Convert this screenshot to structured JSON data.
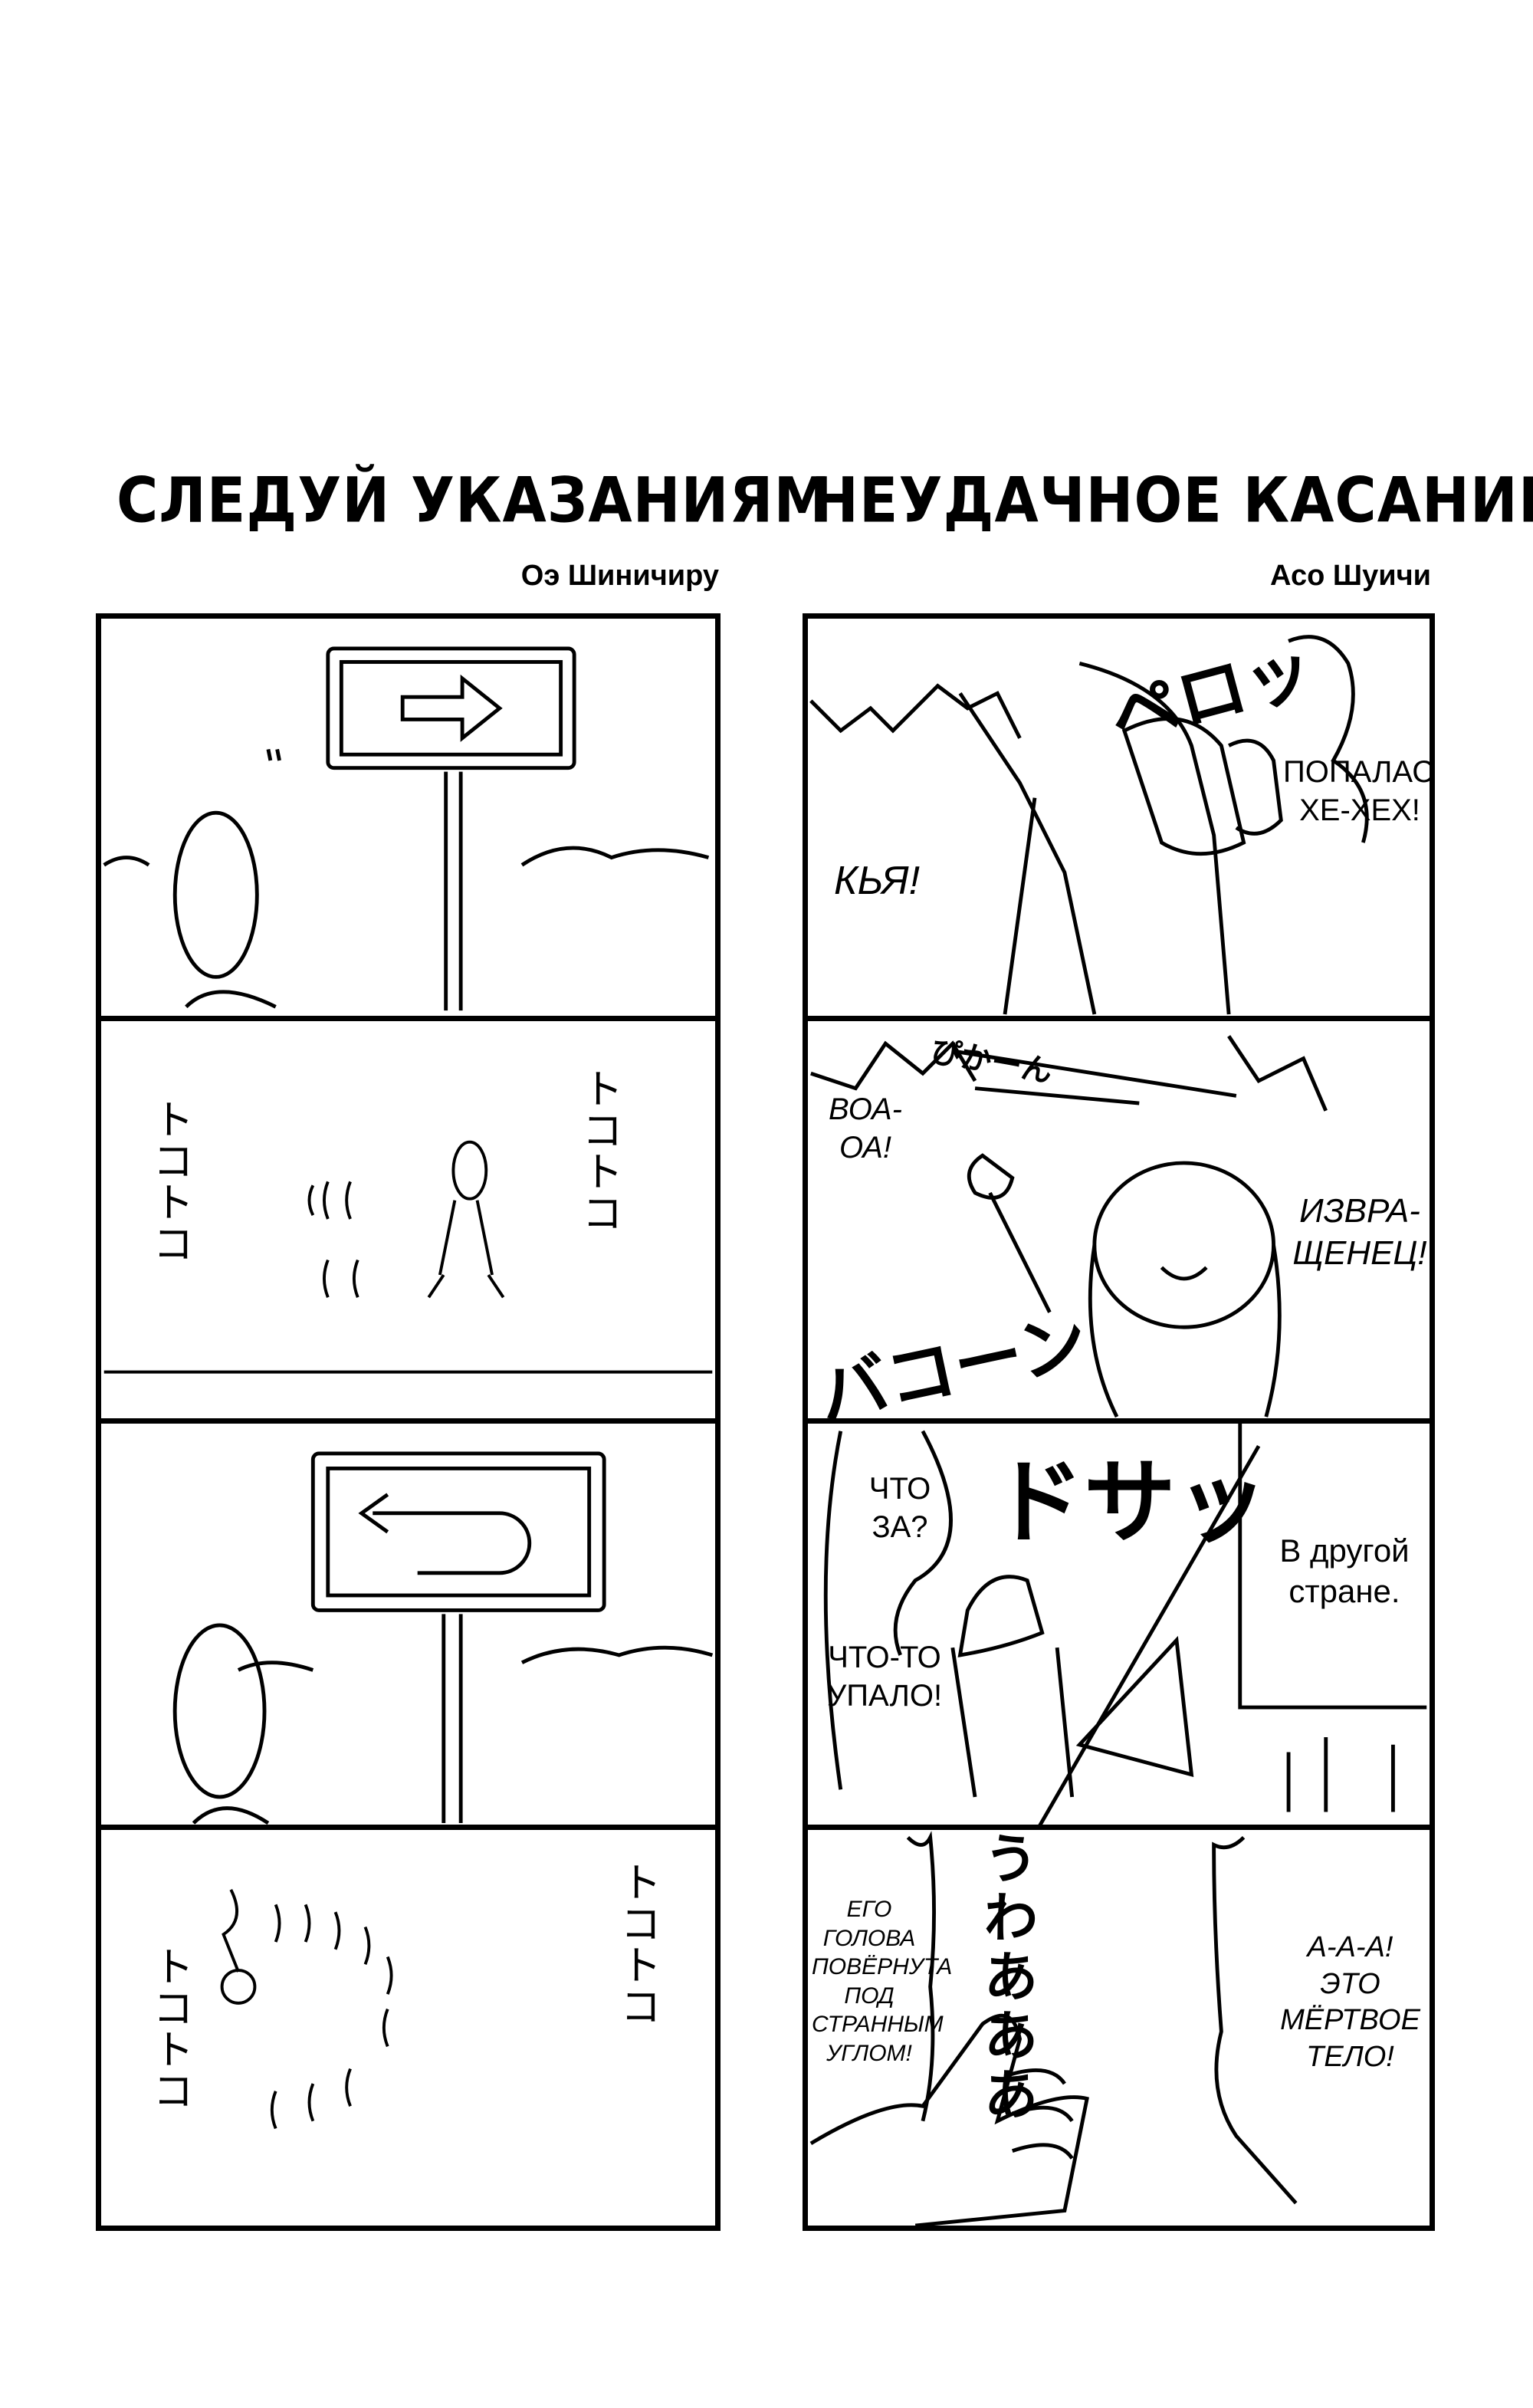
{
  "comics": [
    {
      "title": "СЛЕДУЙ УКАЗАНИЯМ",
      "author": "Оэ Шиничиру",
      "panels": [
        {
          "sfx": ""
        },
        {
          "sfx": "トコトコ"
        },
        {
          "sfx": ""
        },
        {
          "sfx": "トコトコ"
        }
      ]
    },
    {
      "title": "НЕУДАЧНОЕ КАСАНИЕ",
      "author": "Асо Шуичи",
      "panels": [
        {
          "sfx": "ペロッ",
          "texts": [
            "ПОПАЛАСЬ!\nХЕ-ХЕХ!",
            "КЬЯ!"
          ]
        },
        {
          "sfx": "バコーン",
          "sfx2": "ぴかーん",
          "texts": [
            "ВОА-\nОА!",
            "ИЗВРА-\nЩЕНЕЦ!"
          ]
        },
        {
          "sfx": "ドサッ",
          "texts": [
            "ЧТО\nЗА?",
            "ЧТО-ТО\nУПАЛО!",
            "В другой\nстране."
          ]
        },
        {
          "sfx": "うわあああ",
          "texts": [
            "ЕГО ГОЛОВА\nПОВЁРНУТА\nПОД\nСТРАННЫМ\nУГЛОМ!",
            "А-А-А!\nЭТО\nМЁРТВОЕ\nТЕЛО!"
          ]
        }
      ]
    }
  ]
}
